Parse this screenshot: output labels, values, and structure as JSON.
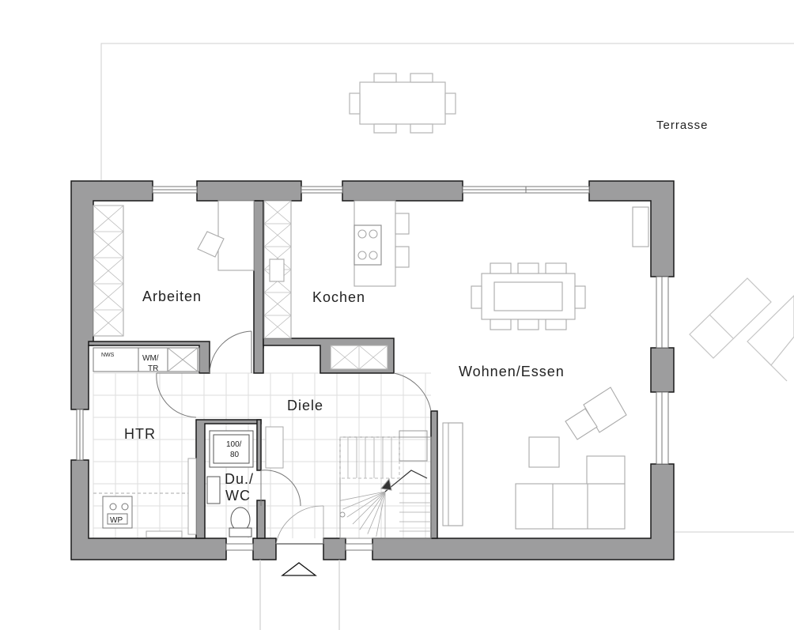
{
  "rooms": {
    "terrasse": "Terrasse",
    "arbeiten": "Arbeiten",
    "kochen": "Kochen",
    "wohnen_essen": "Wohnen/Essen",
    "diele": "Diele",
    "htr": "HTR",
    "du_wc_line1": "Du./",
    "du_wc_line2": "WC"
  },
  "fixtures": {
    "nws": "NWS",
    "wm_tr_line1": "WM/",
    "wm_tr_line2": "TR",
    "shower_line1": "100/",
    "shower_line2": "80",
    "wp": "WP"
  },
  "colors": {
    "wall_fill": "#9d9d9e",
    "wall_stroke": "#1a1a1a",
    "furniture_stroke": "#aaaaaa",
    "tile_grid": "#dcdcdc"
  }
}
